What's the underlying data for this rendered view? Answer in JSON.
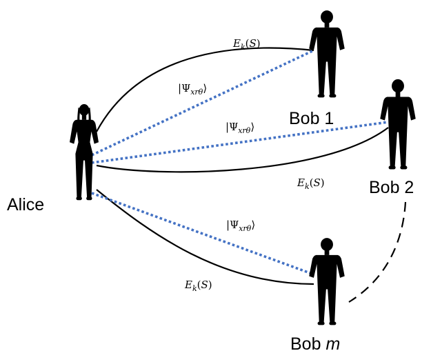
{
  "participants": {
    "alice": "Alice",
    "bob1": "Bob 1",
    "bob2": "Bob 2",
    "bobm_prefix": "Bob ",
    "bobm_index": "m"
  },
  "labels": {
    "classical": {
      "E": "E",
      "sub": "k",
      "open": "(",
      "arg": "S",
      "close": ")"
    },
    "quantum": {
      "open": "|",
      "psi": "Ψ",
      "sub": "xrθ",
      "close": "⟩"
    }
  },
  "links": {
    "classical": "solid",
    "quantum": "dotted",
    "continuation": "dashed"
  },
  "colors": {
    "silhouette": "#000000",
    "classical_line": "#000000",
    "quantum_line": "#4472c4",
    "text": "#000000"
  }
}
